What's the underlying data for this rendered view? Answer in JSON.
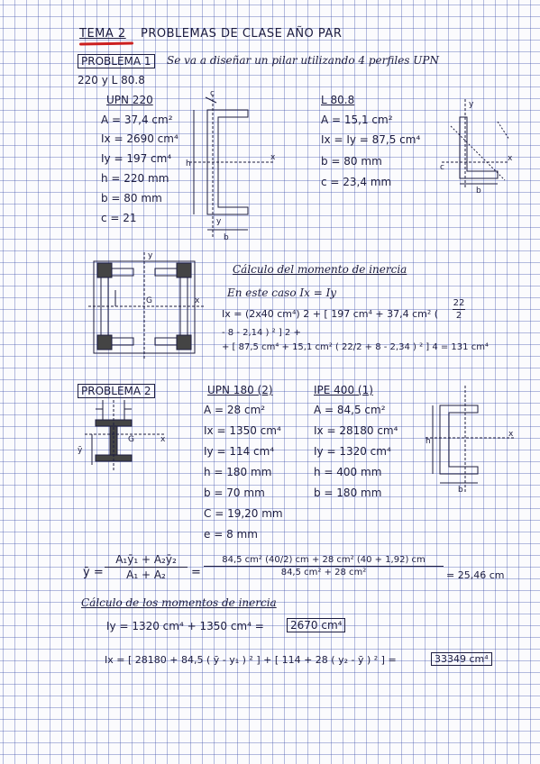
{
  "header": {
    "tema": "TEMA 2",
    "title": "PROBLEMAS DE CLASE AÑO PAR"
  },
  "problem1": {
    "label": "PROBLEMA 1",
    "statement_line1": "Se va a diseñar un pilar utilizando 4 perfiles UPN",
    "statement_line2": "220 y L 80.8",
    "upn": {
      "title": "UPN 220",
      "props": [
        "A = 37,4 cm²",
        "Ix = 2690 cm⁴",
        "Iy = 197 cm⁴",
        "h = 220 mm",
        "b = 80 mm",
        "c = 21"
      ]
    },
    "angle": {
      "title": "L 80.8",
      "props": [
        "A = 15,1 cm²",
        "Ix = Iy = 87,5 cm⁴",
        "b = 80 mm",
        "c = 23,4 mm"
      ]
    },
    "inertia": {
      "title": "Cálculo del momento de inercia",
      "case": "En este caso Ix = Iy",
      "eq1_a": "Ix = (2x40 cm⁴) 2 + [ 197 cm⁴ + 37,4 cm² ( ",
      "eq1_frac_top": "22",
      "eq1_frac_bot": "2",
      "eq1_b": " - 8 - 2,14 ) ² ] 2 +",
      "eq2": "+ [ 87,5 cm⁴ + 15,1 cm² ( 22/2 + 8 - 2,34 ) ² ] 4 = 131 cm⁴"
    },
    "fig_labels": {
      "c": "c",
      "h": "h",
      "x": "x",
      "y": "y",
      "b": "b",
      "g": "G"
    }
  },
  "problem2": {
    "label": "PROBLEMA 2",
    "upn": {
      "title": "UPN 180 (2)",
      "props": [
        "A = 28 cm²",
        "Ix = 1350 cm⁴",
        "Iy = 114 cm⁴",
        "h = 180 mm",
        "b = 70 mm",
        "C = 19,20 mm",
        "e = 8 mm"
      ]
    },
    "ipe": {
      "title": "IPE 400 (1)",
      "props": [
        "A = 84,5 cm²",
        "Ix = 28180 cm⁴",
        "Iy = 1320 cm⁴",
        "h = 400 mm",
        "b = 180 mm"
      ]
    },
    "centroid": {
      "lhs": "ȳ =",
      "num_sym": "A₁ȳ₁ + A₂ȳ₂",
      "den_sym": "A₁ + A₂",
      "num_val": "84,5 cm² (40/2) cm + 28 cm² (40 + 1,92) cm",
      "den_val": "84,5 cm² + 28 cm²",
      "result": "= 25,46 cm"
    },
    "inertia_title": "Cálculo de los momentos de inercia",
    "iy_eq": "Iy = 1320 cm⁴ + 1350 cm⁴ =",
    "iy_result": "2670 cm⁴",
    "ix_eq": "Ix = [ 28180 + 84,5 ( ȳ - y₁ ) ² ] + [ 114 + 28 ( y₂ - ȳ ) ² ] =",
    "ix_result": "33349 cm⁴",
    "fig_labels": {
      "y": "ȳ",
      "g": "G",
      "x": "x",
      "h": "h",
      "b": "b"
    }
  }
}
